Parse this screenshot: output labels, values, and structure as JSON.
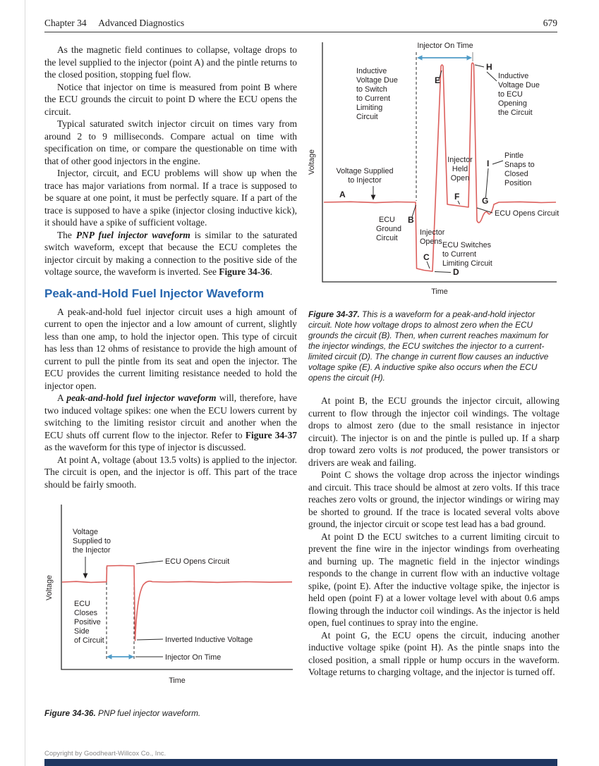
{
  "header": {
    "chapter": "Chapter 34",
    "title": "Advanced Diagnostics",
    "page_number": "679"
  },
  "colors": {
    "trace": "#dc5f5c",
    "arrow_blue": "#4f9bc7",
    "heading_blue": "#2766ae",
    "footer_bar": "#1d3660"
  },
  "left": {
    "p1": "As the magnetic field continues to collapse, voltage drops to the level supplied to the injector (point A) and the pintle returns to the closed position, stopping fuel flow.",
    "p2": "Notice that injector on time is measured from point B where the ECU grounds the circuit to point D where the ECU opens the circuit.",
    "p3": "Typical saturated switch injector circuit on times vary from around 2 to 9 milliseconds. Compare actual on time with specification on time, or compare the questionable on time with that of other good injectors in the engine.",
    "p4": "Injector, circuit, and ECU problems will show up when the trace has major variations from normal. If a trace is supposed to be square at one point, it must be perfectly square. If a part of the trace is supposed to have a spike (injector closing inductive kick), it should have a spike of sufficient voltage.",
    "p5": {
      "r0": "The ",
      "r1": "PNP fuel injector waveform",
      "r2": " is similar to the saturated switch waveform, except that because the ECU completes the injector circuit by making a connection to the positive side of the voltage source, the waveform is inverted. See ",
      "r3": "Figure 34-36",
      "r4": "."
    },
    "heading": "Peak-and-Hold Fuel Injector Waveform",
    "p6": "A peak-and-hold fuel injector circuit uses a high amount of current to open the injector and a low amount of current, slightly less than one amp, to hold the injector open. This type of circuit has less than 12 ohms of resistance to provide the high amount of current to pull the pintle from its seat and open the injector. The ECU provides the current limiting resistance needed to hold the injector open.",
    "p7": {
      "r0": "A ",
      "r1": "peak-and-hold fuel injector waveform",
      "r2": " will, therefore, have two induced voltage spikes: one when the ECU lowers current by switching to the limiting resistor circuit and another when the ECU shuts off current flow to the injector. Refer to ",
      "r3": "Figure 34-37",
      "r4": " as the waveform for this type of injector is discussed."
    },
    "p8": "At point A, voltage (about 13.5 volts) is applied to the injector. The circuit is open, and the injector is off. This part of the trace should be fairly smooth."
  },
  "fig36": {
    "y_axis": "Voltage",
    "x_axis": "Time",
    "labels": {
      "supply": [
        "Voltage",
        "Supplied to",
        "the Injector"
      ],
      "ecu_opens": "ECU Opens Circuit",
      "ecu_closes": [
        "ECU",
        "Closes",
        "Positive",
        "Side",
        "of Circuit"
      ],
      "inverted": "Inverted Inductive Voltage",
      "on_time": "Injector On Time"
    },
    "caption": {
      "label": "Figure 34-36.",
      "text": " PNP fuel injector waveform."
    }
  },
  "fig37": {
    "y_axis": "Voltage",
    "x_axis": "Time",
    "labels": {
      "on_time": "Injector On Time",
      "inductive_switch": [
        "Inductive",
        "Voltage Due",
        "to Switch",
        "to Current",
        "Limiting",
        "Circuit"
      ],
      "inductive_ecu": [
        "Inductive",
        "Voltage Due",
        "to ECU",
        "Opening",
        "the Circuit"
      ],
      "supply": [
        "Voltage Supplied",
        "to Injector"
      ],
      "held_open": [
        "Injector",
        "Held",
        "Open"
      ],
      "pintle": [
        "Pintle",
        "Snaps to",
        "Closed",
        "Position"
      ],
      "ecu_ground": [
        "ECU",
        "Ground",
        "Circuit"
      ],
      "injector_opens": [
        "Injector",
        "Opens"
      ],
      "ecu_switches": [
        "ECU Switches",
        "to Current",
        "Limiting Circuit"
      ],
      "ecu_opens": "ECU Opens Circuit"
    },
    "points": {
      "A": "A",
      "B": "B",
      "C": "C",
      "D": "D",
      "E": "E",
      "F": "F",
      "G": "G",
      "H": "H",
      "I": "I"
    },
    "caption": {
      "label": "Figure 34-37.",
      "text": " This is a waveform for a peak-and-hold injector circuit. Note how voltage drops to almost zero when the ECU grounds the circuit (B). Then, when current reaches maximum for the injector windings, the ECU switches the injector to a current-limited circuit (D). The change in current flow causes an inductive voltage spike (E). A inductive spike also occurs when the ECU opens the circuit (H)."
    }
  },
  "right": {
    "p1": {
      "r0": "At point B, the ECU grounds the injector circuit, allowing current to flow through the injector coil windings. The voltage drops to almost zero (due to the small resistance in injector circuit). The injector is on and the pintle is pulled up. If a sharp drop toward zero volts is ",
      "r1": "not",
      "r2": " produced, the power transistors or drivers are weak and failing."
    },
    "p2": "Point C shows the voltage drop across the injector windings and circuit. This trace should be almost at zero volts. If this trace reaches zero volts or ground, the injector windings or wiring may be shorted to ground. If the trace is located several volts above ground, the injector circuit or scope test lead has a bad ground.",
    "p3": "At point D the ECU switches to a current limiting circuit to prevent the fine wire in the injector windings from overheating and burning up. The magnetic field in the injector windings responds to the change in current flow with an inductive voltage spike, (point E). After the inductive voltage spike, the injector is held open (point F) at a lower voltage level with about 0.6 amps flowing through the inductor coil windings. As the injector is held open, fuel continues to spray into the engine.",
    "p4": "At point G, the ECU opens the circuit, inducing another inductive voltage spike (point H). As the pintle snaps into the closed position, a small ripple or hump occurs in the waveform. Voltage returns to charging voltage, and the injector is turned off."
  },
  "footer": {
    "copyright": "Copyright by Goodheart-Willcox Co., Inc."
  }
}
